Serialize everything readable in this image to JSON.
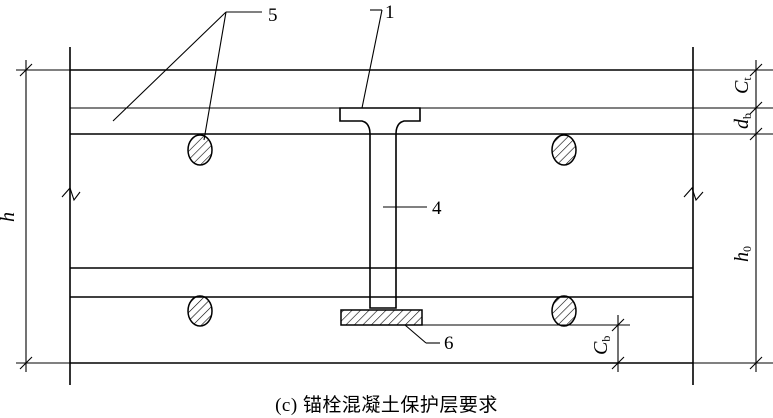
{
  "labels": {
    "anchor": "1",
    "shank": "4",
    "rebar": "5",
    "plate": "6"
  },
  "dimensions": {
    "total_depth": "h",
    "effective_depth": "h",
    "effective_depth_sub": "0",
    "top_cover": "C",
    "top_cover_sub": "t",
    "bar_diameter": "d",
    "bar_diameter_sub": "b",
    "bottom_cover": "C",
    "bottom_cover_sub": "b"
  },
  "caption": "(c) 锚栓混凝土保护层要求",
  "colors": {
    "line": "#000000",
    "background": "#ffffff"
  }
}
